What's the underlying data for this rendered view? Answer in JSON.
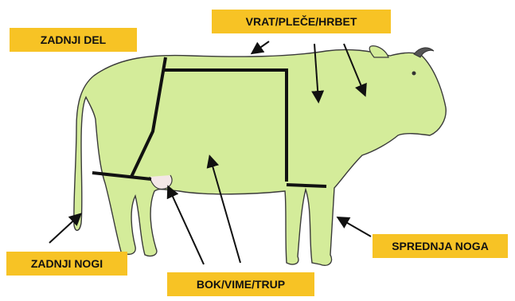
{
  "labels": {
    "rear": "ZADNJI DEL",
    "neck_shoulder_back": "VRAT/PLEČE/HRBET",
    "hind_legs": "ZADNJI NOGI",
    "flank_udder_body": "BOK/VIME/TRUP",
    "front_leg": "SPREDNJA NOGA"
  },
  "colors": {
    "cow_fill": "#d4ec9a",
    "outline": "#3a3a3a",
    "cut_lines": "#111111",
    "label_bg": "#f7c325"
  }
}
